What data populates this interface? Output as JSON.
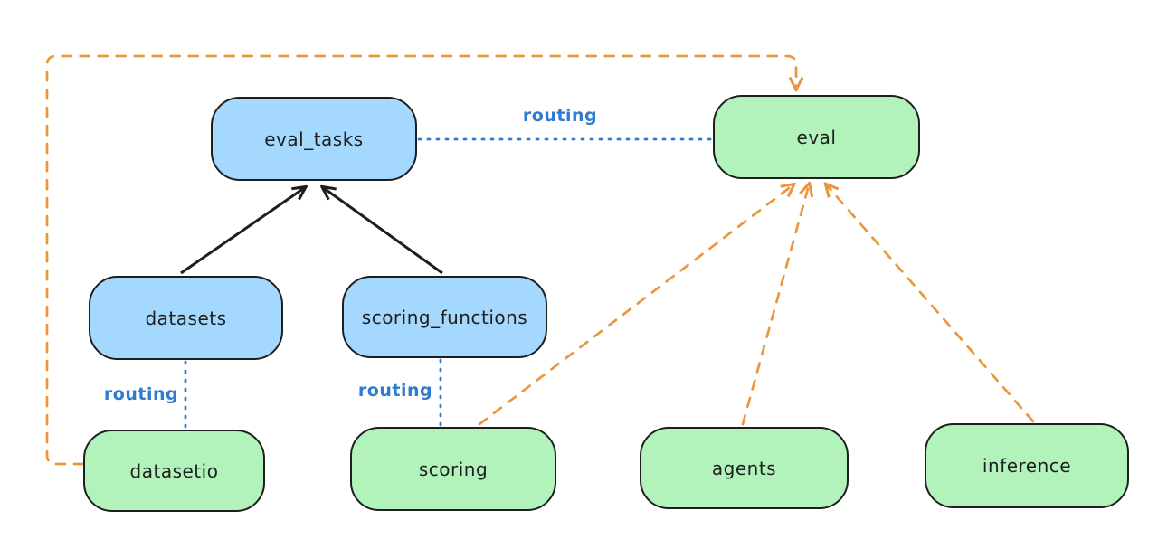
{
  "nodes": {
    "eval_tasks": {
      "label": "eval_tasks",
      "kind": "api"
    },
    "eval": {
      "label": "eval",
      "kind": "provider"
    },
    "datasets": {
      "label": "datasets",
      "kind": "api"
    },
    "scoring_functions": {
      "label": "scoring_functions",
      "kind": "api"
    },
    "datasetio": {
      "label": "datasetio",
      "kind": "provider"
    },
    "scoring": {
      "label": "scoring",
      "kind": "provider"
    },
    "agents": {
      "label": "agents",
      "kind": "provider"
    },
    "inference": {
      "label": "inference",
      "kind": "provider"
    }
  },
  "edge_labels": {
    "routing_top": "routing",
    "routing_datasets": "routing",
    "routing_scoring": "routing"
  },
  "colors": {
    "api_fill": "#a5d8ff",
    "provider_fill": "#b2f2bb",
    "stroke": "#1e1e1e",
    "routing_blue": "#2f7bce",
    "orange": "#eb963c"
  }
}
